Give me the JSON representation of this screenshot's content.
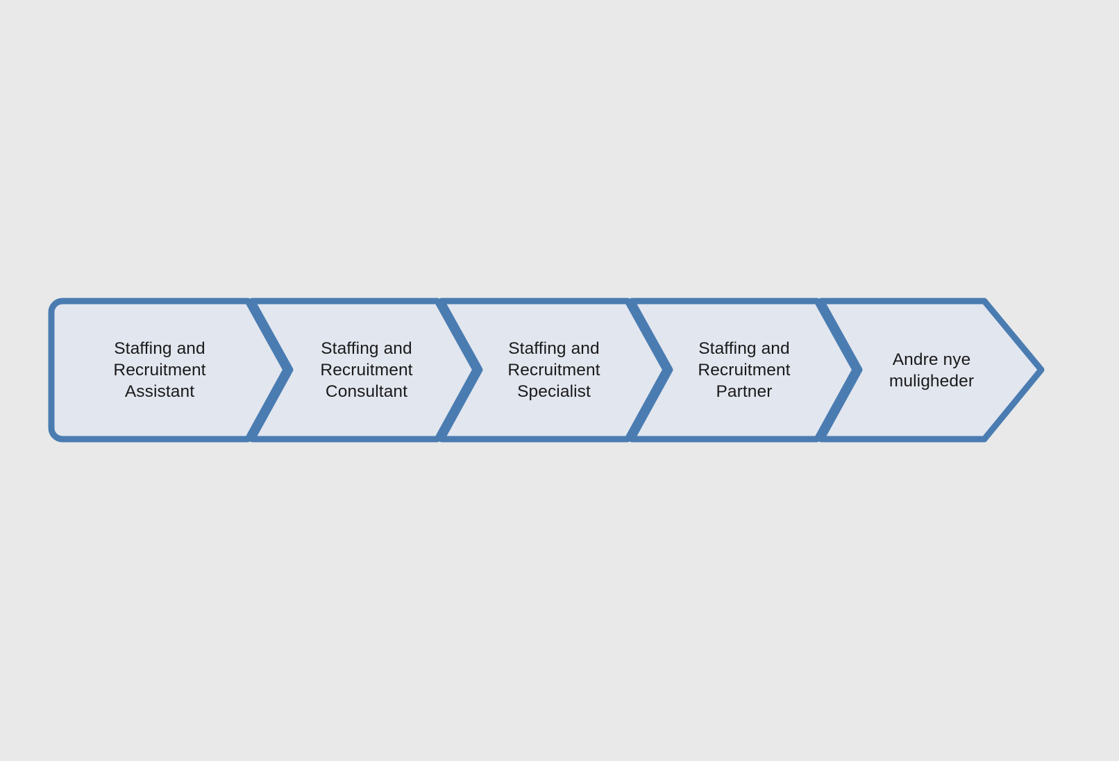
{
  "page": {
    "title": "Career path chevron diagram",
    "background_color": "#e9e9e9"
  },
  "theme": {
    "chevron_fill": "#e2e6ef",
    "chevron_stroke": "#4a7cb1",
    "text_color": "#1a1a1a",
    "stroke_width": 9
  },
  "diagram": {
    "type": "chevron-process",
    "direction": "left-to-right",
    "step_count": 5,
    "steps": [
      {
        "id": "step-1",
        "label": "Staffing and\nRecruitment\nAssistant",
        "lines": [
          "Staffing and",
          "Recruitment",
          "Assistant"
        ]
      },
      {
        "id": "step-2",
        "label": "Staffing and\nRecruitment\nConsultant",
        "lines": [
          "Staffing and",
          "Recruitment",
          "Consultant"
        ]
      },
      {
        "id": "step-3",
        "label": "Staffing and\nRecruitment\nSpecialist",
        "lines": [
          "Staffing and",
          "Recruitment",
          "Specialist"
        ]
      },
      {
        "id": "step-4",
        "label": "Staffing and\nRecruitment\nPartner",
        "lines": [
          "Staffing and",
          "Recruitment",
          "Partner"
        ]
      },
      {
        "id": "step-5",
        "label": "Andre nye\nmuligheder",
        "lines": [
          "Andre nye",
          "muligheder"
        ]
      }
    ]
  }
}
